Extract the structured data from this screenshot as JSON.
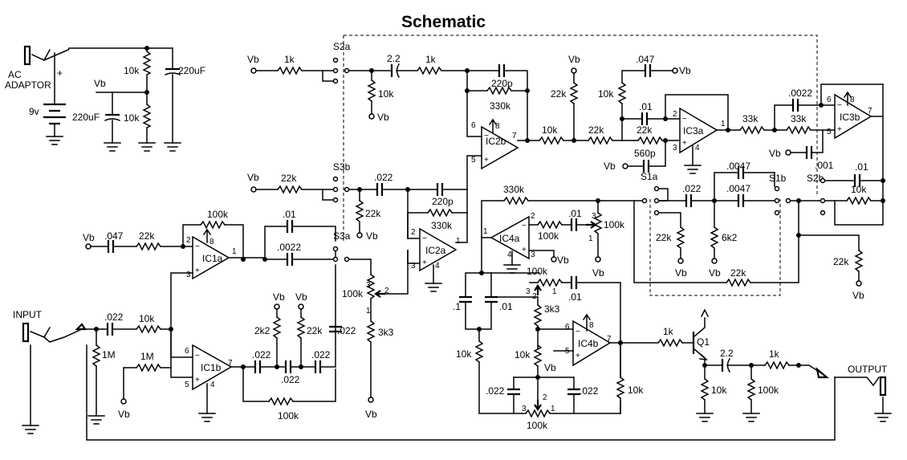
{
  "title": "Schematic",
  "jacks": {
    "ac_adaptor": "AC\nADAPTOR",
    "battery": "9v",
    "input": "INPUT",
    "output": "OUTPUT"
  },
  "supply_label": "Vb",
  "plus_sign": "+",
  "ic_labels": {
    "ic1a": "IC1a",
    "ic1b": "IC1b",
    "ic2a": "IC2a",
    "ic2b": "IC2b",
    "ic3a": "IC3a",
    "ic3b": "IC3b",
    "ic4a": "IC4a",
    "ic4b": "IC4b",
    "q1": "Q1"
  },
  "switch_labels": {
    "s1a": "S1a",
    "s1b": "S1b",
    "s2a": "S2a",
    "s2b": "S2b",
    "s3a": "S3a",
    "s3b": "S3b"
  },
  "component_values": {
    "r_10k": "10k",
    "r_1k": "1k",
    "r_22k": "22k",
    "r_100k": "100k",
    "r_1m": "1M",
    "r_330k": "330k",
    "r_33k": "33k",
    "r_2k2": "2k2",
    "r_3k3": "3k3",
    "r_6k2": "6k2",
    "c_220uf": "220uF",
    "c_2_2": "2.2",
    "c_047_dot": ".047",
    "c_022_dot": ".022",
    "c_01_dot": ".01",
    "c_0022_dot": ".0022",
    "c_0047_dot": ".0047",
    "c_001_dot": ".001",
    "c_1_dot": ".1",
    "c_220p": "220p",
    "c_560p": "560p"
  },
  "pin_numbers": [
    "1",
    "2",
    "3",
    "4",
    "5",
    "6",
    "7",
    "8"
  ]
}
